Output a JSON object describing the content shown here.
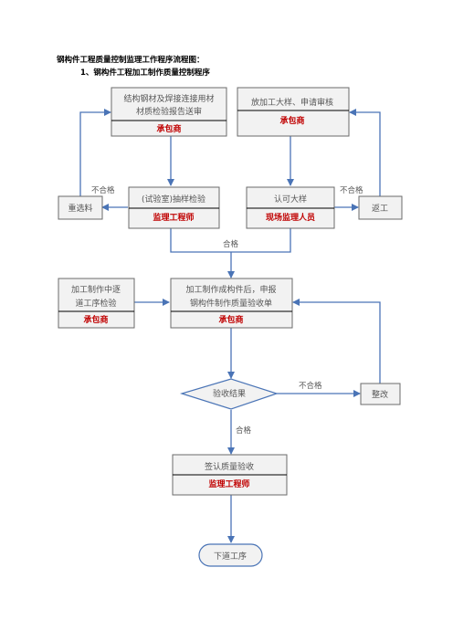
{
  "doc": {
    "title": "钢构件工程质量控制监理工作程序流程图：",
    "subtitle": "1、钢构件工程加工制作质量控制程序"
  },
  "nodes": {
    "material_report": {
      "line1": "结构钢材及焊接连接用材",
      "line2": "材质检验报告送审",
      "role": "承包商"
    },
    "layout_review": {
      "line1": "放加工大样、申请审核",
      "role": "承包商"
    },
    "sampling": {
      "line1": "(试验室)抽样检验",
      "role": "监理工程师"
    },
    "approve_layout": {
      "line1": "认可大样",
      "role": "现场监理人员"
    },
    "reselect": {
      "line1": "重选料"
    },
    "rework": {
      "line1": "返工"
    },
    "process_check": {
      "line1": "加工制作中逐",
      "line2": "道工序检验",
      "role": "承包商"
    },
    "submit_accept": {
      "line1": "加工制作成构件后，申报",
      "line2": "钢构件制作质量验收单",
      "role": "承包商"
    },
    "result": {
      "line1": "验收结果"
    },
    "fix": {
      "line1": "整改"
    },
    "sign": {
      "line1": "签认质量验收",
      "role": "监理工程师"
    },
    "next": {
      "line1": "下道工序"
    }
  },
  "edge_labels": {
    "fail_left": "不合格",
    "fail_right": "不合格",
    "pass_merge": "合格",
    "fail_result": "不合格",
    "pass_result": "合格"
  },
  "colors": {
    "box_fill": "#f2f2f2",
    "box_border": "#6b6b6b",
    "arrow": "#4a74b6",
    "role_text": "#c00000",
    "node_text": "#555555"
  }
}
